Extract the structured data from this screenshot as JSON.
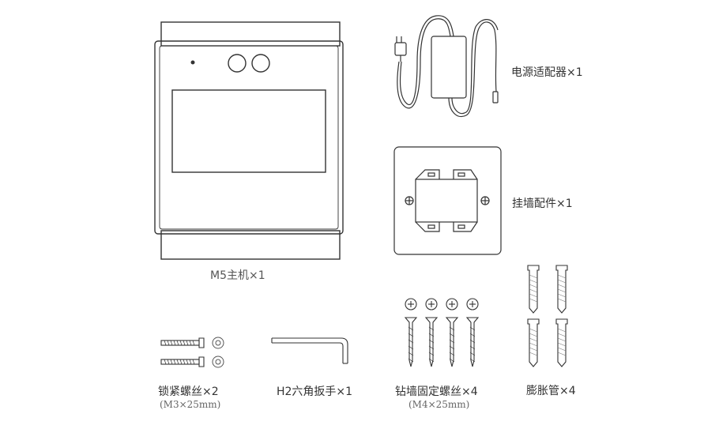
{
  "items": {
    "main_unit": {
      "label": "M5主机×1"
    },
    "power_adapter": {
      "label": "电源适配器×1"
    },
    "wall_mount": {
      "label": "挂墙配件×1"
    },
    "lock_screws": {
      "label": "锁紧螺丝×2",
      "spec": "(M3×25mm)"
    },
    "hex_wrench": {
      "label": "H2六角扳手×1"
    },
    "drill_screws": {
      "label": "钻墙固定螺丝×4",
      "spec": "(M4×25mm)"
    },
    "anchors": {
      "label": "膨胀管×4"
    }
  },
  "colors": {
    "stroke": "#333333",
    "label": "#333333",
    "spec": "#666666"
  },
  "icons": [
    "device-icon",
    "power-adapter-icon",
    "wall-bracket-icon",
    "screw-icon",
    "washer-icon",
    "hex-wrench-icon",
    "wall-screw-icon",
    "anchor-icon"
  ]
}
